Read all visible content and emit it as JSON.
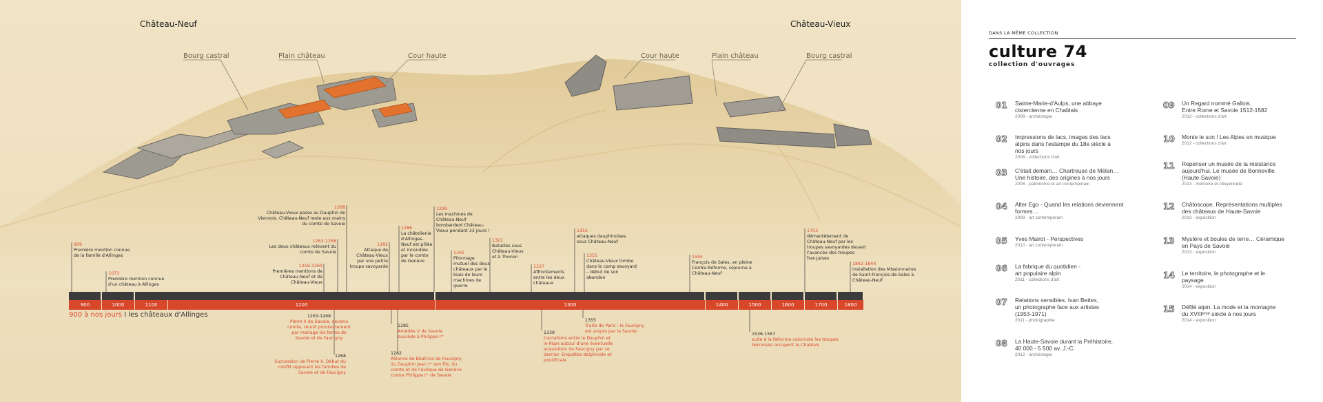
{
  "castles": {
    "left": "Château-Neuf",
    "right": "Château-Vieux"
  },
  "areas": {
    "left_bourg": "Bourg castral",
    "left_plain": "Plain château",
    "left_cour": "Cour haute",
    "right_cour": "Cour haute",
    "right_plain": "Plain château",
    "right_bourg": "Bourg castral"
  },
  "timeline": {
    "title_part1": "900 à nos jours",
    "separator": " I ",
    "title_part2": "les châteaux d'Allinges",
    "centuries": [
      "900",
      "1000",
      "1100",
      "1200",
      "1300",
      "1400",
      "1500",
      "1600",
      "1700",
      "1800"
    ]
  },
  "events_above": [
    {
      "year": "909",
      "text": "Première mention connue\nde la famille d'Allinges"
    },
    {
      "year": "1073",
      "text": "Première mention connue\nd'un château à Allinges"
    },
    {
      "year": "1259-1269",
      "text": "Premières mentions de\nChâteau-Neuf et de\nChâteau-Vieux"
    },
    {
      "year": "1263-1268",
      "text": "Les deux châteaux relèvent du\ncomte de Savoie"
    },
    {
      "year": "1268",
      "text": "Château-Vieux passe au Dauphin de\nViennois. Château-Neuf reste aux mains\ndu comte de Savoie"
    },
    {
      "year": "1282",
      "text": "Attaque de\nChâteau-Vieux\npar une petite\ntroupe savoyarde"
    },
    {
      "year": "1286",
      "text": "La châtellenie\nd'Allinges-\nNeuf est pillée\net incendiée\npar le comte\nde Genève"
    },
    {
      "year": "1299",
      "text": "Les machines de\nChâteau-Neuf\nbombardent Château-\nVieux pendant 33 jours !"
    },
    {
      "year": "1305",
      "text": "Pilonnage\nmutuel des deux\nchâteaux par le\nbiais de leurs\nmachines de\nguerre"
    },
    {
      "year": "1321",
      "text": "Batailles sous\nChâteau-Vieux\net à Thonon"
    },
    {
      "year": "1337",
      "text": "Affrontements\nentre les deux\nchâteaux"
    },
    {
      "year": "1352",
      "text": "attaques dauphinoises\nsous Château-Neuf"
    },
    {
      "year": "1355",
      "text": "Château-Vieux tombe\ndans le camp savoyard\n– début de son\nabandon"
    },
    {
      "year": "1594",
      "text": "François de Sales, en pleine\nContre-Réforme, séjourne à\nChâteau-Neuf"
    },
    {
      "year": "1703",
      "text": "démantèlement de\nChâteau-Neuf par les\ntroupes savoyardes devant\nl'avancée des troupes\nfrançaises"
    },
    {
      "year": "1842-1844",
      "text": "installation des Missionnaires\nde Saint-François-de-Sales à\nChâteau-Neuf"
    }
  ],
  "events_below": [
    {
      "year": "1263-1268",
      "text": "Pierre II de Savoie, devenu\ncomte, réunit provisoirement\npar mariage les terres de\nSavoie et de Faucigny"
    },
    {
      "year": "1268",
      "text": "Succession de Pierre II. Début du\nconflit opposant les familles de\nSavoie et de Faucigny"
    },
    {
      "year": "1282",
      "text": "Alliance de Béatrice de Faucigny,\ndu Dauphin Jean Iᵉʳ son fils, du\ncomte et de l'évêque de Genève\ncontre Philippe Iᵉʳ de Savoie"
    },
    {
      "year": "1285",
      "text": "Amédée V de Savoie\nsuccède à Philippe Iᵉʳ"
    },
    {
      "year": "1339",
      "text": "tractations entre le Dauphin et\nle Pape autour d'une éventuelle\nacquisition du Faucigny par ce\ndernier. Enquêtes delphinale et\npontificale"
    },
    {
      "year": "1355",
      "text": "Traité de Paris : le Faucigny\nest acquis par la Savoie"
    },
    {
      "year": "1536-1567",
      "text": "suite à la Réforme calviniste les troupes\nbernoises occupent le Chablais"
    }
  ],
  "collection": {
    "header": "DANS LA MÊME COLLECTION",
    "title": "culture 74",
    "subtitle": "collection d'ouvrages",
    "items": [
      {
        "num": "01",
        "title": "Sainte-Marie-d'Aulps, une abbaye\ncistercienne en Chablais",
        "meta": "2008 - archéologie"
      },
      {
        "num": "02",
        "title": "Impressions de lacs, images des lacs\nalpins dans l'estampe du 18e siècle à\nnos jours",
        "meta": "2008 - collections d'art"
      },
      {
        "num": "03",
        "title": "C'était demain… Chartreuse de Mélan…\nUne histoire, des origines à nos jours",
        "meta": "2008 - patrimoine et art contemporain"
      },
      {
        "num": "04",
        "title": "Alter Ego - Quand les relations deviennent\nformes…",
        "meta": "2008 - art contemporain"
      },
      {
        "num": "05",
        "title": "Yves Mairot - Perspectives",
        "meta": "2010 - art contemporain"
      },
      {
        "num": "06",
        "title": "La fabrique du quotidien -\nart populaire alpin",
        "meta": "2011 - collections d'art"
      },
      {
        "num": "07",
        "title": "Relations sensibles. Ivan Bettex,\nun photographe face aux artistes\n(1953-1971)",
        "meta": "2011 - photographie"
      },
      {
        "num": "08",
        "title": "La Haute-Savoie durant la Préhistoire,\n40 000 - 5 500 av. J.-C.",
        "meta": "2012 - archéologie"
      },
      {
        "num": "09",
        "title": "Un Regard nommé Gallois.\nEntre Rome et Savoie 1512-1582",
        "meta": "2012 - collections d'art"
      },
      {
        "num": "10",
        "title": "Monte le son ! Les Alpes en musique",
        "meta": "2012 - collections d'art"
      },
      {
        "num": "11",
        "title": "Repenser un musée de la résistance\naujourd'hui. Le musée de Bonneville\n(Haute-Savoie)",
        "meta": "2013 - mémoire et citoyenneté"
      },
      {
        "num": "12",
        "title": "Châtoscope, Représentations multiples\ndes châteaux de Haute-Savoie",
        "meta": "2013 - exposition"
      },
      {
        "num": "13",
        "title": "Mystère et boules de terre… Céramique\nen Pays de Savoie",
        "meta": "2013 - exposition"
      },
      {
        "num": "14",
        "title": "Le territoire, le photographe et le\npaysage",
        "meta": "2014 - exposition"
      },
      {
        "num": "15",
        "title": "Défilé alpin. La mode et la montagne\ndu XVIIIᵉᵐᵉ siècle à nos jours",
        "meta": "2014 - exposition"
      }
    ]
  }
}
